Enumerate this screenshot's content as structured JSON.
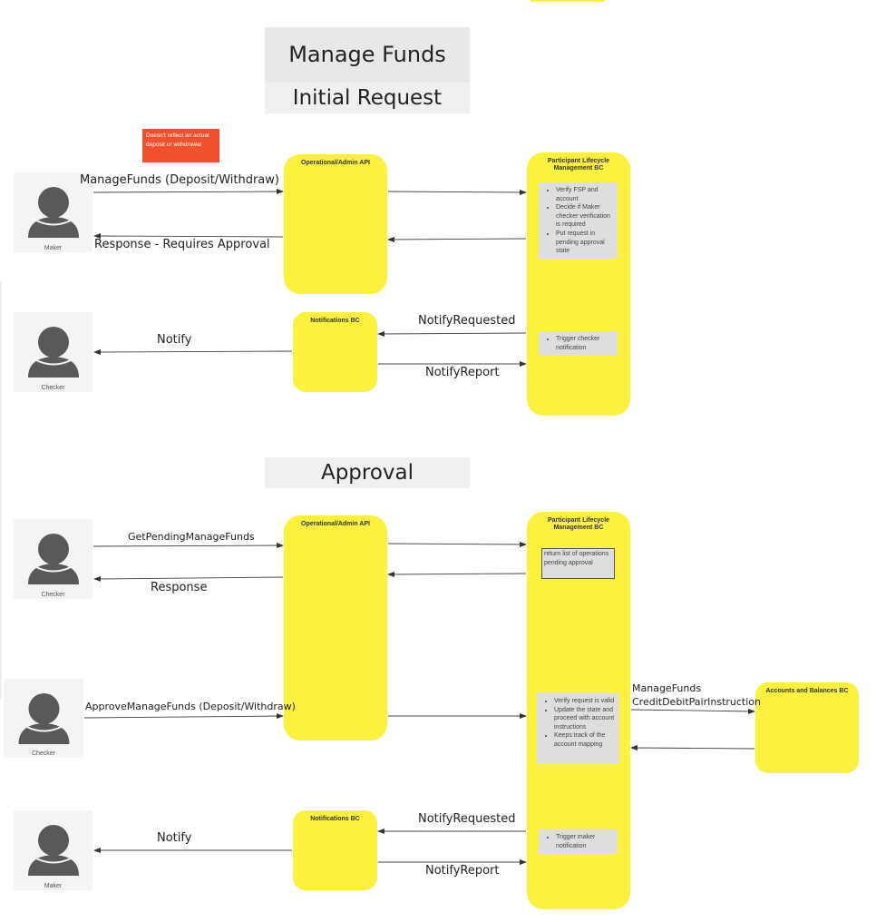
{
  "titles": {
    "main": "Manage Funds",
    "initial": "Initial Request",
    "approval": "Approval"
  },
  "red_note": "Doesn't reflect an actual deposit or withdrawal",
  "actors": {
    "maker_top": "Maker",
    "checker_top": "Checker",
    "checker_mid": "Checker",
    "checker_low": "Checker",
    "maker_bottom": "Maker"
  },
  "boxes": {
    "admin_api_1": "Operational/Admin API",
    "participant_1": "Participant Lifecycle Management BC",
    "notifications_1": "Notifications BC",
    "admin_api_2": "Operational/Admin API",
    "participant_2": "Participant Lifecycle Management BC",
    "notifications_2": "Notifications BC",
    "accounts": "Accounts and Balances BC"
  },
  "notes": {
    "p1_bullets": [
      "Verify FSP and account",
      "Decide if Maker checker verification is required",
      "Put request in pending approval state"
    ],
    "p1_trigger": [
      "Trigger checker notification"
    ],
    "p2_return": "return list of operations pending approval",
    "p2_bullets": [
      "Verify request is valid",
      "Update the state and proceed with account instructions",
      "Keeps track of the account mapping"
    ],
    "p2_trigger": [
      "Trigger maker notification"
    ]
  },
  "messages": {
    "manage_funds": "ManageFunds (Deposit/Withdraw)",
    "response_requires": "Response - Requires Approval",
    "notify_1": "Notify",
    "notify_requested_1": "NotifyRequested",
    "notify_report_1": "NotifyReport",
    "get_pending": "GetPendingManageFunds",
    "response": "Response",
    "approve": "ApproveManageFunds (Deposit/Withdraw)",
    "credit_debit_line1": "ManageFunds",
    "credit_debit_line2": "CreditDebitPairInstruction",
    "notify_2": "Notify",
    "notify_requested_2": "NotifyRequested",
    "notify_report_2": "NotifyReport"
  },
  "colors": {
    "yellow": "#fdf13f",
    "red": "#f0502e",
    "note_gray": "#dedede",
    "title_gray": "#e8e8e8"
  }
}
